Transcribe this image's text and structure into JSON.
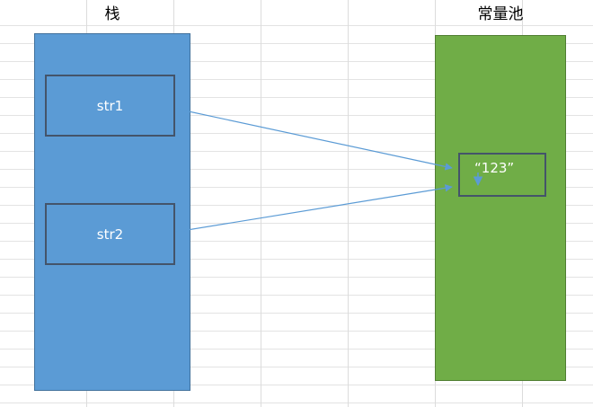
{
  "diagram": {
    "app_context": "spreadsheet-drawing",
    "stack": {
      "title": "栈",
      "items": [
        {
          "label": "str1"
        },
        {
          "label": "str2"
        }
      ]
    },
    "constant_pool": {
      "title": "常量池",
      "value": "“123”"
    },
    "edges": [
      {
        "from": "str1",
        "to": "constant-pool-value-123"
      },
      {
        "from": "str2",
        "to": "constant-pool-value-123"
      }
    ],
    "colors": {
      "stack_fill": "#5b9bd5",
      "stack_border": "#41719c",
      "pool_fill": "#70ad47",
      "pool_border": "#507e32",
      "inner_box_border": "#44546a",
      "connector": "#5b9bd5",
      "text_on_shape": "#ffffff",
      "title_text": "#000000",
      "gridline": "#dcdcdc"
    }
  }
}
